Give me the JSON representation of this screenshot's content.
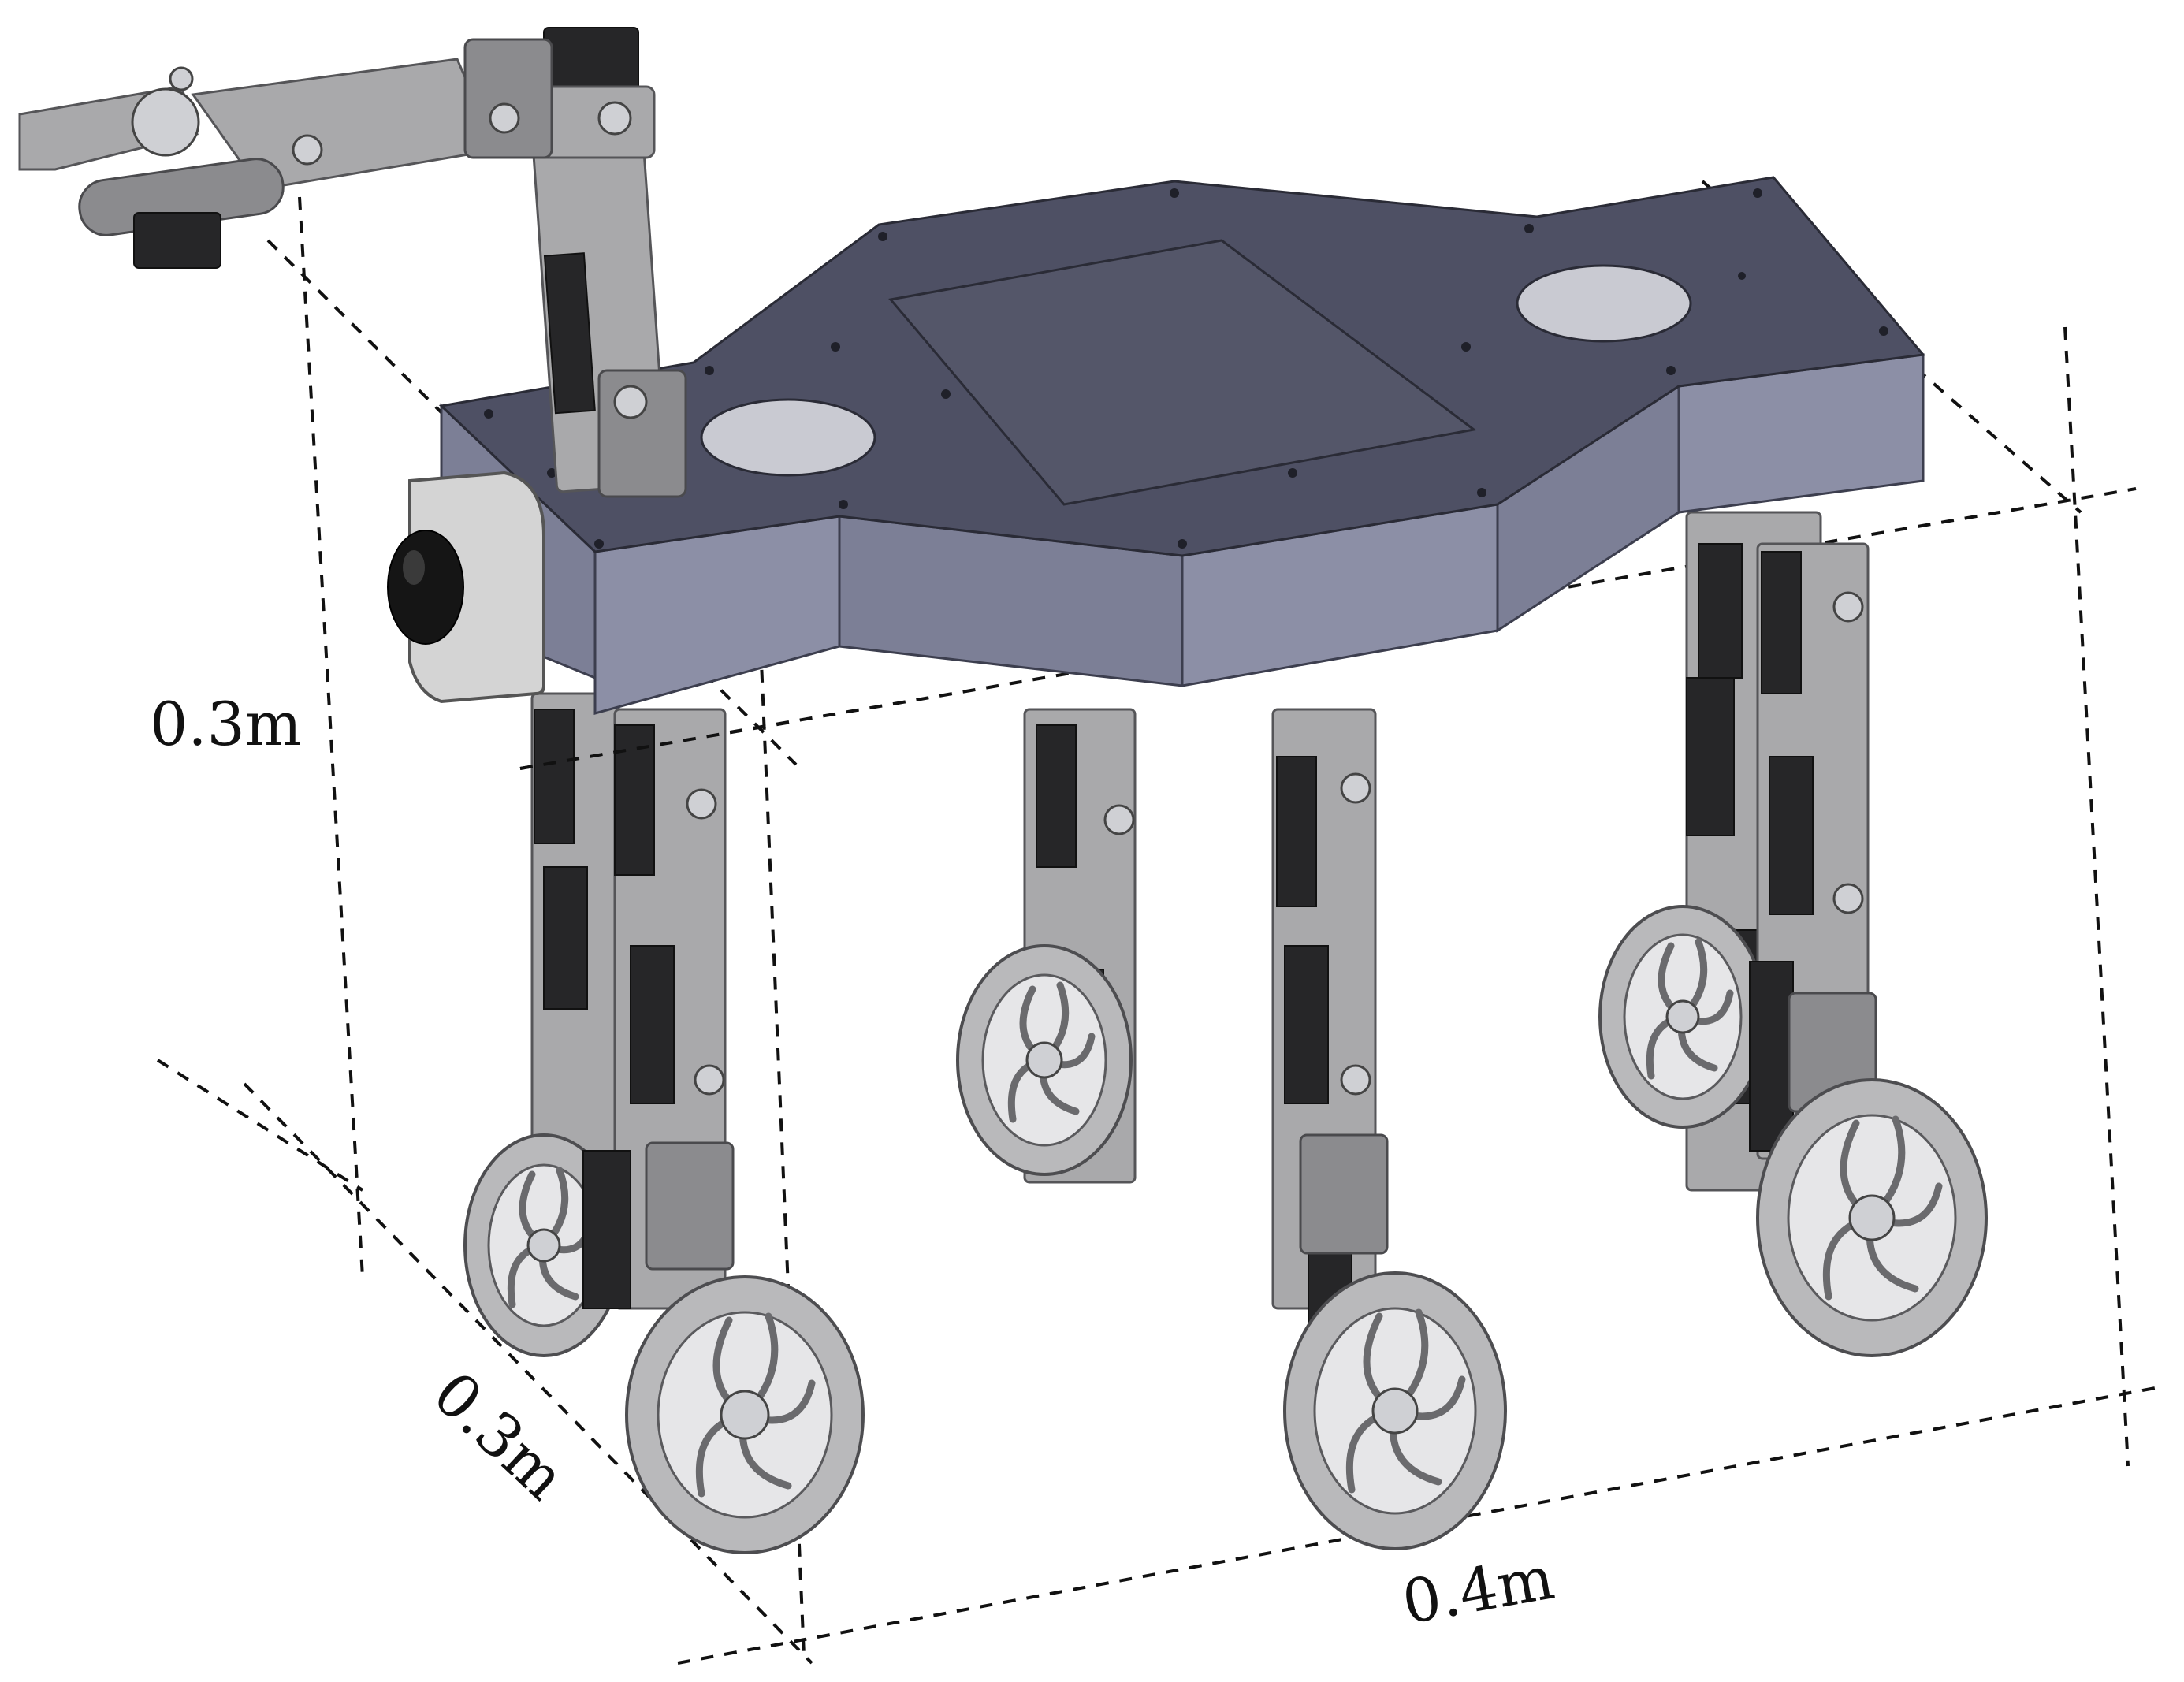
{
  "figure": {
    "dimensions": {
      "height_label": "0.3m",
      "depth_label": "0.3m",
      "width_label": "0.4m"
    }
  },
  "colors": {
    "chassis_top": "#4e5064",
    "chassis_side": "#7c7f96",
    "aluminum": "#a9a9ab",
    "servo": "#262628",
    "tire": "#b9b9bb",
    "dimension_lines": "#111111"
  }
}
